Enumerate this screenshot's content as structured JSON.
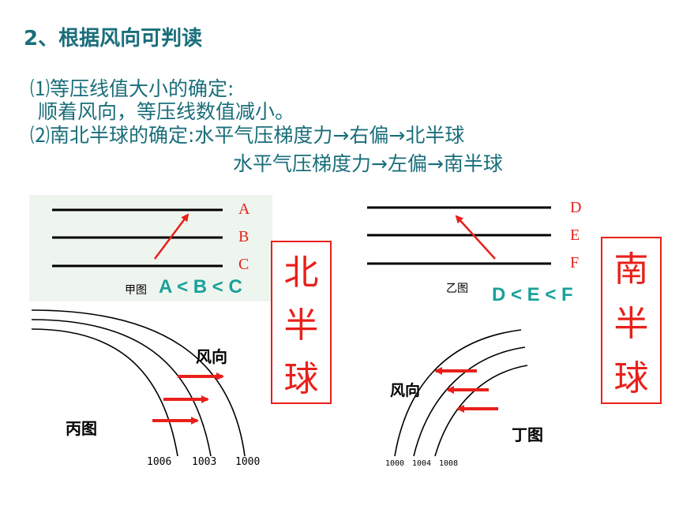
{
  "title": "2、根据风向可判读",
  "items": {
    "l1": "⑴等压线值大小的确定:",
    "l2": "顺着风向，等压线数值减小。",
    "l3": "⑵南北半球的确定:水平气压梯度力→右偏→北半球",
    "l4": "水平气压梯度力→左偏→南半球"
  },
  "jia": {
    "caption": "甲图",
    "letters": [
      "A",
      "B",
      "C"
    ],
    "compare": "A < B < C",
    "hemisphere": [
      "北",
      "半",
      "球"
    ]
  },
  "yi": {
    "caption": "乙图",
    "letters": [
      "D",
      "E",
      "F"
    ],
    "compare": "D < E < F",
    "hemisphere": [
      "南",
      "半",
      "球"
    ]
  },
  "bing": {
    "caption": "丙图",
    "wind_label": "风向",
    "isobars": [
      "1006",
      "1003",
      "1000"
    ]
  },
  "ding": {
    "caption": "丁图",
    "wind_label": "风向",
    "isobars": [
      "1000",
      "1004",
      "1008"
    ]
  },
  "colors": {
    "text": "#1a6e7a",
    "accent": "#e8201a",
    "compare": "#1aa09a"
  }
}
